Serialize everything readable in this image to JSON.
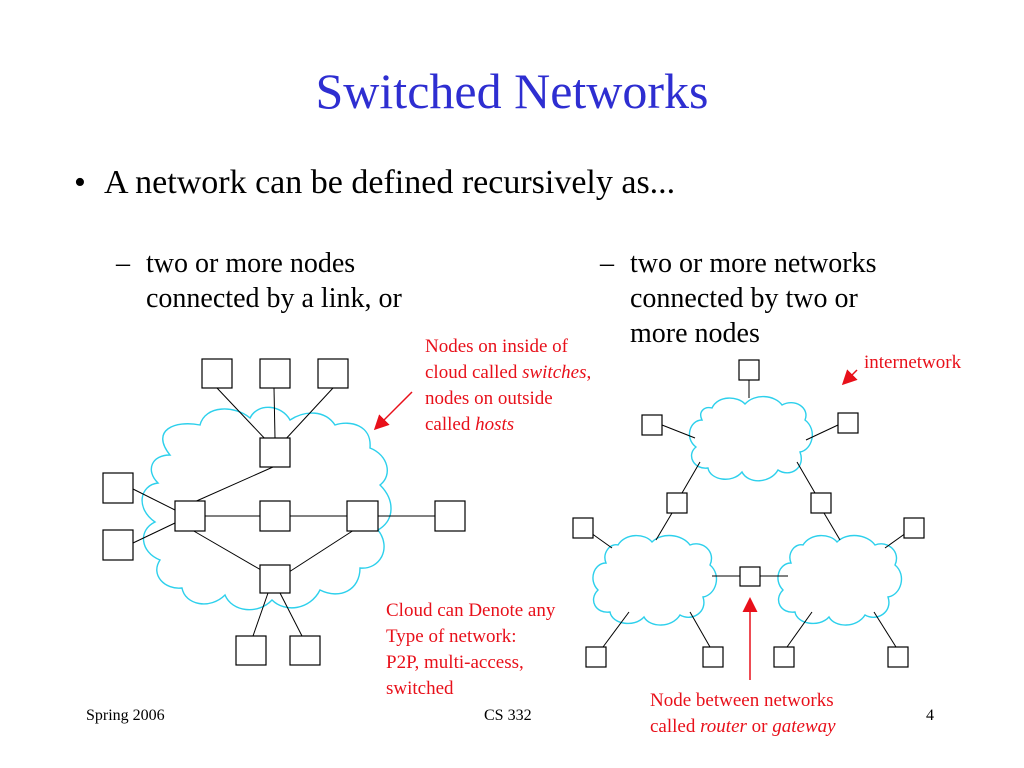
{
  "slide": {
    "title": "Switched Networks",
    "bullet_symbol": "•",
    "bullet": "A network can be defined recursively as...",
    "sub_dash": "–",
    "sub_left_1": "two or more nodes",
    "sub_left_2": "connected by a link, or",
    "sub_right_1": "two or more networks",
    "sub_right_2": "connected by two or",
    "sub_right_3": "more nodes"
  },
  "annotations": {
    "inside_1": "Nodes on inside of",
    "inside_2a": "cloud called ",
    "inside_2b": "switches",
    "inside_2c": ",",
    "inside_3": "nodes on outside",
    "inside_4a": "called ",
    "inside_4b": "hosts",
    "cloud_1": "Cloud can Denote any",
    "cloud_2": "Type of network:",
    "cloud_3": "P2P, multi-access,",
    "cloud_4": "switched",
    "internetwork": "internetwork",
    "router_1": "Node between networks",
    "router_2a": "called ",
    "router_2b": "router",
    "router_2c": " or ",
    "router_2d": "gateway"
  },
  "footer": {
    "left": "Spring 2006",
    "center": "CS 332",
    "right": "4"
  },
  "colors": {
    "title": "#2e2ed1",
    "annotation": "#e8101a",
    "cloud": "#2dd0ec"
  }
}
